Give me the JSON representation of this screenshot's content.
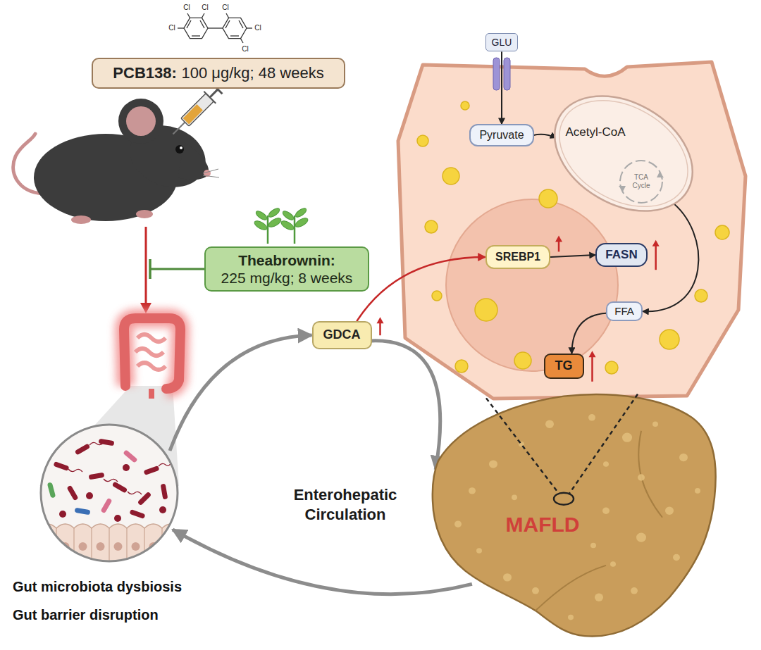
{
  "diagram": {
    "nodes": [
      {
        "text": [
          "PCB138:",
          "100 μg/kg; 48 weeks"
        ]
      },
      {
        "text": [
          "GLU"
        ]
      },
      {
        "text": [
          "Pyruvate"
        ]
      },
      {
        "text": [
          "Acetyl-CoA",
          "TCA Cycle"
        ]
      },
      {
        "text": [
          "Theabrownin:",
          "225 mg/kg; 8 weeks"
        ]
      },
      {
        "text": [
          "SREBP1"
        ]
      },
      {
        "text": [
          "FASN"
        ]
      },
      {
        "text": [
          "FFA"
        ]
      },
      {
        "text": [
          "TG"
        ]
      },
      {
        "text": [
          "GDCA"
        ]
      },
      {
        "text": [
          "Gut microbiota dysbiosis",
          "Gut barrier disruption"
        ]
      },
      {
        "text": [
          "MAFLD"
        ]
      }
    ],
    "edges": [
      {
        "from": 1,
        "to": 2,
        "arrow": "to"
      },
      {
        "from": 2,
        "to": 3,
        "arrow": "to"
      },
      {
        "from": 5,
        "to": 6,
        "arrow": "to"
      },
      {
        "from": 3,
        "to": 7,
        "arrow": "to"
      },
      {
        "from": 7,
        "to": 8,
        "arrow": "to"
      },
      {
        "from": 9,
        "to": 5,
        "arrow": "to"
      },
      {
        "from": 10,
        "to": 9,
        "arrow": "to"
      },
      {
        "from": 9,
        "to": 11,
        "arrow": "to"
      },
      {
        "from": 11,
        "to": 10,
        "arrow": "to"
      }
    ],
    "labels": [
      "Cl",
      "Cl",
      "Cl",
      "Cl",
      "Cl",
      "Cl",
      "Enterohepatic Circulation"
    ]
  }
}
